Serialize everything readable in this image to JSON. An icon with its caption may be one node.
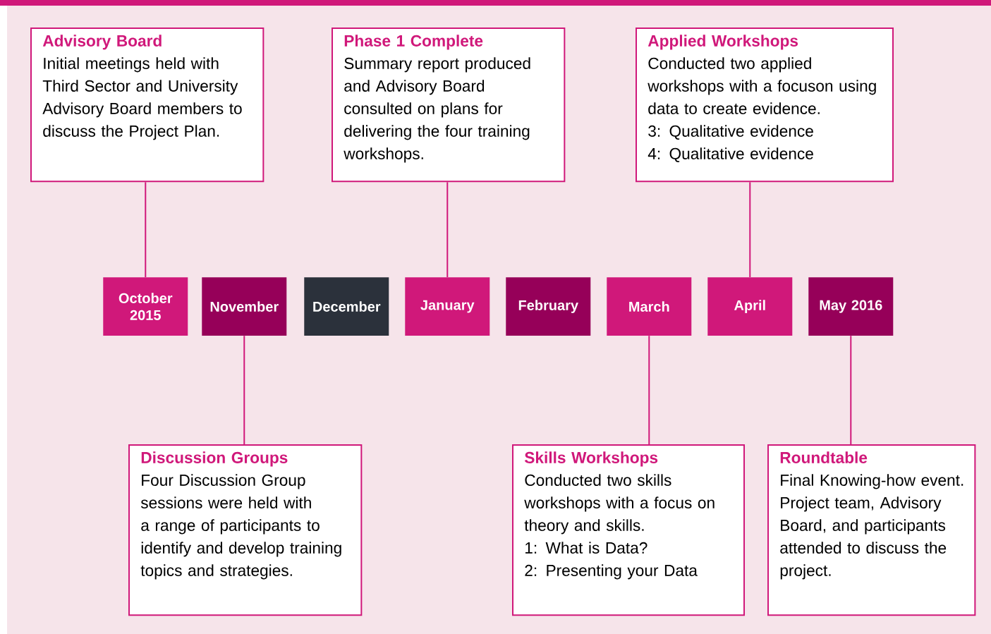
{
  "diagram": {
    "nodes": [
      {
        "text": [
          "Advisory Board",
          "Initial meetings held with Third Sector and University Advisory Board members to discuss the Project Plan."
        ]
      },
      {
        "text": [
          "Phase 1 Complete",
          "Summary report produced and Advisory Board consulted on plans for delivering the four training workshops."
        ]
      },
      {
        "text": [
          "Applied Workshops",
          "Conducted two applied workshops with a focuson using data to create evidence.",
          "3: Qualitative evidence",
          "4: Qualitative evidence"
        ]
      },
      {
        "text": [
          "October 2015"
        ]
      },
      {
        "text": [
          "November"
        ]
      },
      {
        "text": [
          "December"
        ]
      },
      {
        "text": [
          "January"
        ]
      },
      {
        "text": [
          "February"
        ]
      },
      {
        "text": [
          "March"
        ]
      },
      {
        "text": [
          "April"
        ]
      },
      {
        "text": [
          "May 2016"
        ]
      },
      {
        "text": [
          "Discussion Groups",
          "Four Discussion Group sessions were held with a range of participants to identify and develop training topics and strategies."
        ]
      },
      {
        "text": [
          "Skills Workshops",
          "Conducted two skills workshops with a focus on theory and skills.",
          "1: What is Data?",
          "2: Presenting your Data"
        ]
      },
      {
        "text": [
          "Roundtable",
          "Final Knowing-how event. Project team, Advisory Board, and participants attended to discuss the project."
        ]
      }
    ],
    "edges": [
      {
        "from": 0,
        "to": 3,
        "arrow": "none"
      },
      {
        "from": 1,
        "to": 6,
        "arrow": "none"
      },
      {
        "from": 2,
        "to": 9,
        "arrow": "none"
      },
      {
        "from": 11,
        "to": 4,
        "arrow": "none"
      },
      {
        "from": 12,
        "to": 8,
        "arrow": "none"
      },
      {
        "from": 13,
        "to": 10,
        "arrow": "none"
      }
    ]
  }
}
